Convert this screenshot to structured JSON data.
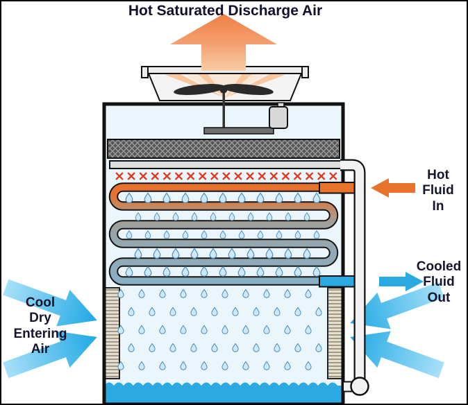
{
  "title": "Hot Saturated Discharge Air",
  "labels": {
    "hot_fluid_in": "Hot\nFluid\nIn",
    "cooled_fluid_out": "Cooled\nFluid\nOut",
    "entering_air": "Cool\nDry\nEntering\nAir"
  },
  "colors": {
    "hot_fluid": "#E8742C",
    "cooled_fluid": "#2AAAE1",
    "discharge_air": "#F08A50",
    "entering_air": "#3FB9EC",
    "basin_water": "#2BA9E0",
    "spray_nozzle": "#E03A1E",
    "coil_cool_end": "#86AFC8",
    "label_text": "#14142E"
  }
}
